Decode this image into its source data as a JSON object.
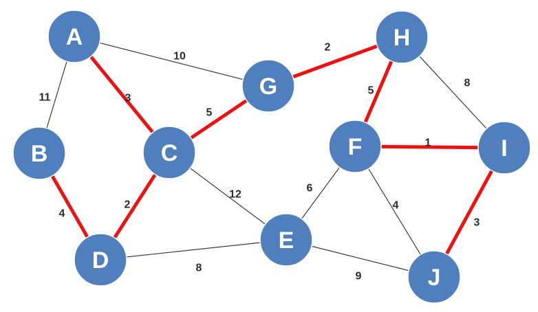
{
  "graph": {
    "title": "",
    "colors": {
      "node_fill": "#4f7fbd",
      "node_text": "#ffffff",
      "edge_normal": "#3a3a3a",
      "edge_highlight": "#ee1111",
      "weight_text": "#2b2b2b",
      "background": "#ffffff"
    },
    "nodes": [
      {
        "id": "A",
        "label": "A"
      },
      {
        "id": "B",
        "label": "B"
      },
      {
        "id": "C",
        "label": "C"
      },
      {
        "id": "D",
        "label": "D"
      },
      {
        "id": "E",
        "label": "E"
      },
      {
        "id": "F",
        "label": "F"
      },
      {
        "id": "G",
        "label": "G"
      },
      {
        "id": "H",
        "label": "H"
      },
      {
        "id": "I",
        "label": "I"
      },
      {
        "id": "J",
        "label": "J"
      }
    ],
    "edges": [
      {
        "from": "A",
        "to": "B",
        "weight": "11",
        "highlighted": false
      },
      {
        "from": "A",
        "to": "G",
        "weight": "10",
        "highlighted": false
      },
      {
        "from": "A",
        "to": "C",
        "weight": "3",
        "highlighted": true
      },
      {
        "from": "B",
        "to": "D",
        "weight": "4",
        "highlighted": true
      },
      {
        "from": "C",
        "to": "G",
        "weight": "5",
        "highlighted": true
      },
      {
        "from": "C",
        "to": "D",
        "weight": "2",
        "highlighted": true
      },
      {
        "from": "C",
        "to": "E",
        "weight": "12",
        "highlighted": false
      },
      {
        "from": "D",
        "to": "E",
        "weight": "8",
        "highlighted": false
      },
      {
        "from": "G",
        "to": "H",
        "weight": "2",
        "highlighted": true
      },
      {
        "from": "H",
        "to": "F",
        "weight": "5",
        "highlighted": true
      },
      {
        "from": "H",
        "to": "I",
        "weight": "8",
        "highlighted": false
      },
      {
        "from": "F",
        "to": "I",
        "weight": "1",
        "highlighted": true
      },
      {
        "from": "F",
        "to": "E",
        "weight": "6",
        "highlighted": false
      },
      {
        "from": "F",
        "to": "J",
        "weight": "4",
        "highlighted": false
      },
      {
        "from": "I",
        "to": "J",
        "weight": "3",
        "highlighted": true
      },
      {
        "from": "E",
        "to": "J",
        "weight": "9",
        "highlighted": false
      }
    ]
  }
}
